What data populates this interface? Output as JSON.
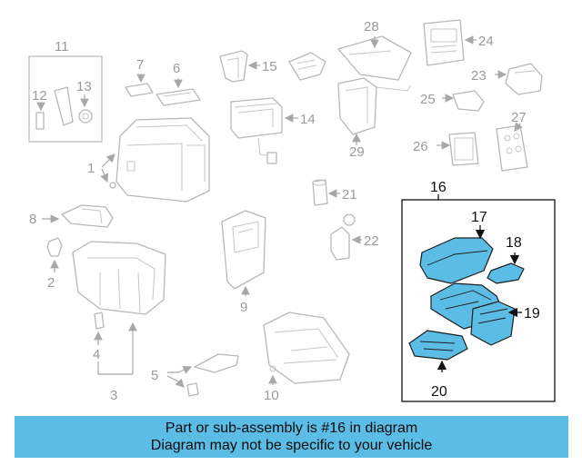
{
  "highlight_color": "#5bbde6",
  "callouts": {
    "c1": "1",
    "c2": "2",
    "c3": "3",
    "c4": "4",
    "c5": "5",
    "c6": "6",
    "c7": "7",
    "c8": "8",
    "c9": "9",
    "c10": "10",
    "c11": "11",
    "c12": "12",
    "c13": "13",
    "c14": "14",
    "c15": "15",
    "c16": "16",
    "c17": "17",
    "c18": "18",
    "c19": "19",
    "c20": "20",
    "c21": "21",
    "c22": "22",
    "c23": "23",
    "c24": "24",
    "c25": "25",
    "c26": "26",
    "c27": "27",
    "c28": "28",
    "c29": "29"
  },
  "banner": {
    "line1": "Part or sub-assembly is #16 in diagram",
    "line2": "Diagram may not be specific to your vehicle"
  }
}
